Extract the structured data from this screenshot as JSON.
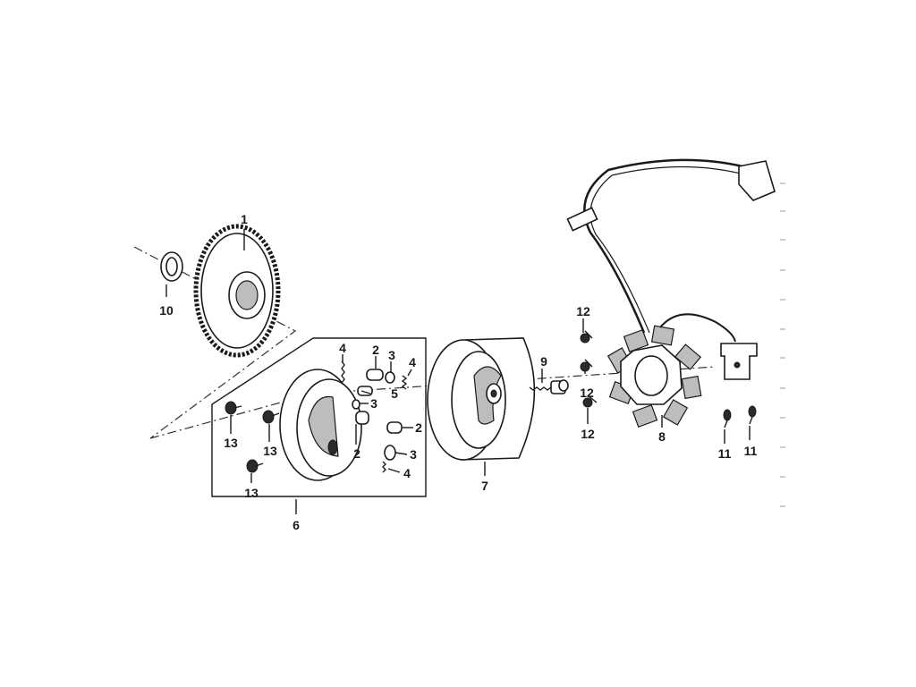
{
  "callouts": {
    "c1": "1",
    "c2a": "2",
    "c2b": "2",
    "c2c": "2",
    "c3a": "3",
    "c3b": "3",
    "c3c": "3",
    "c4a": "4",
    "c4b": "4",
    "c4c": "4",
    "c5": "5",
    "c6": "6",
    "c7": "7",
    "c8": "8",
    "c9": "9",
    "c10": "10",
    "c11a": "11",
    "c11b": "11",
    "c12a": "12",
    "c12b": "12",
    "c12c": "12",
    "c13a": "13",
    "c13b": "13",
    "c13c": "13"
  },
  "colors": {
    "line": "#1a1a1a",
    "background": "#ffffff",
    "fill_grey": "#bdbdbd"
  }
}
